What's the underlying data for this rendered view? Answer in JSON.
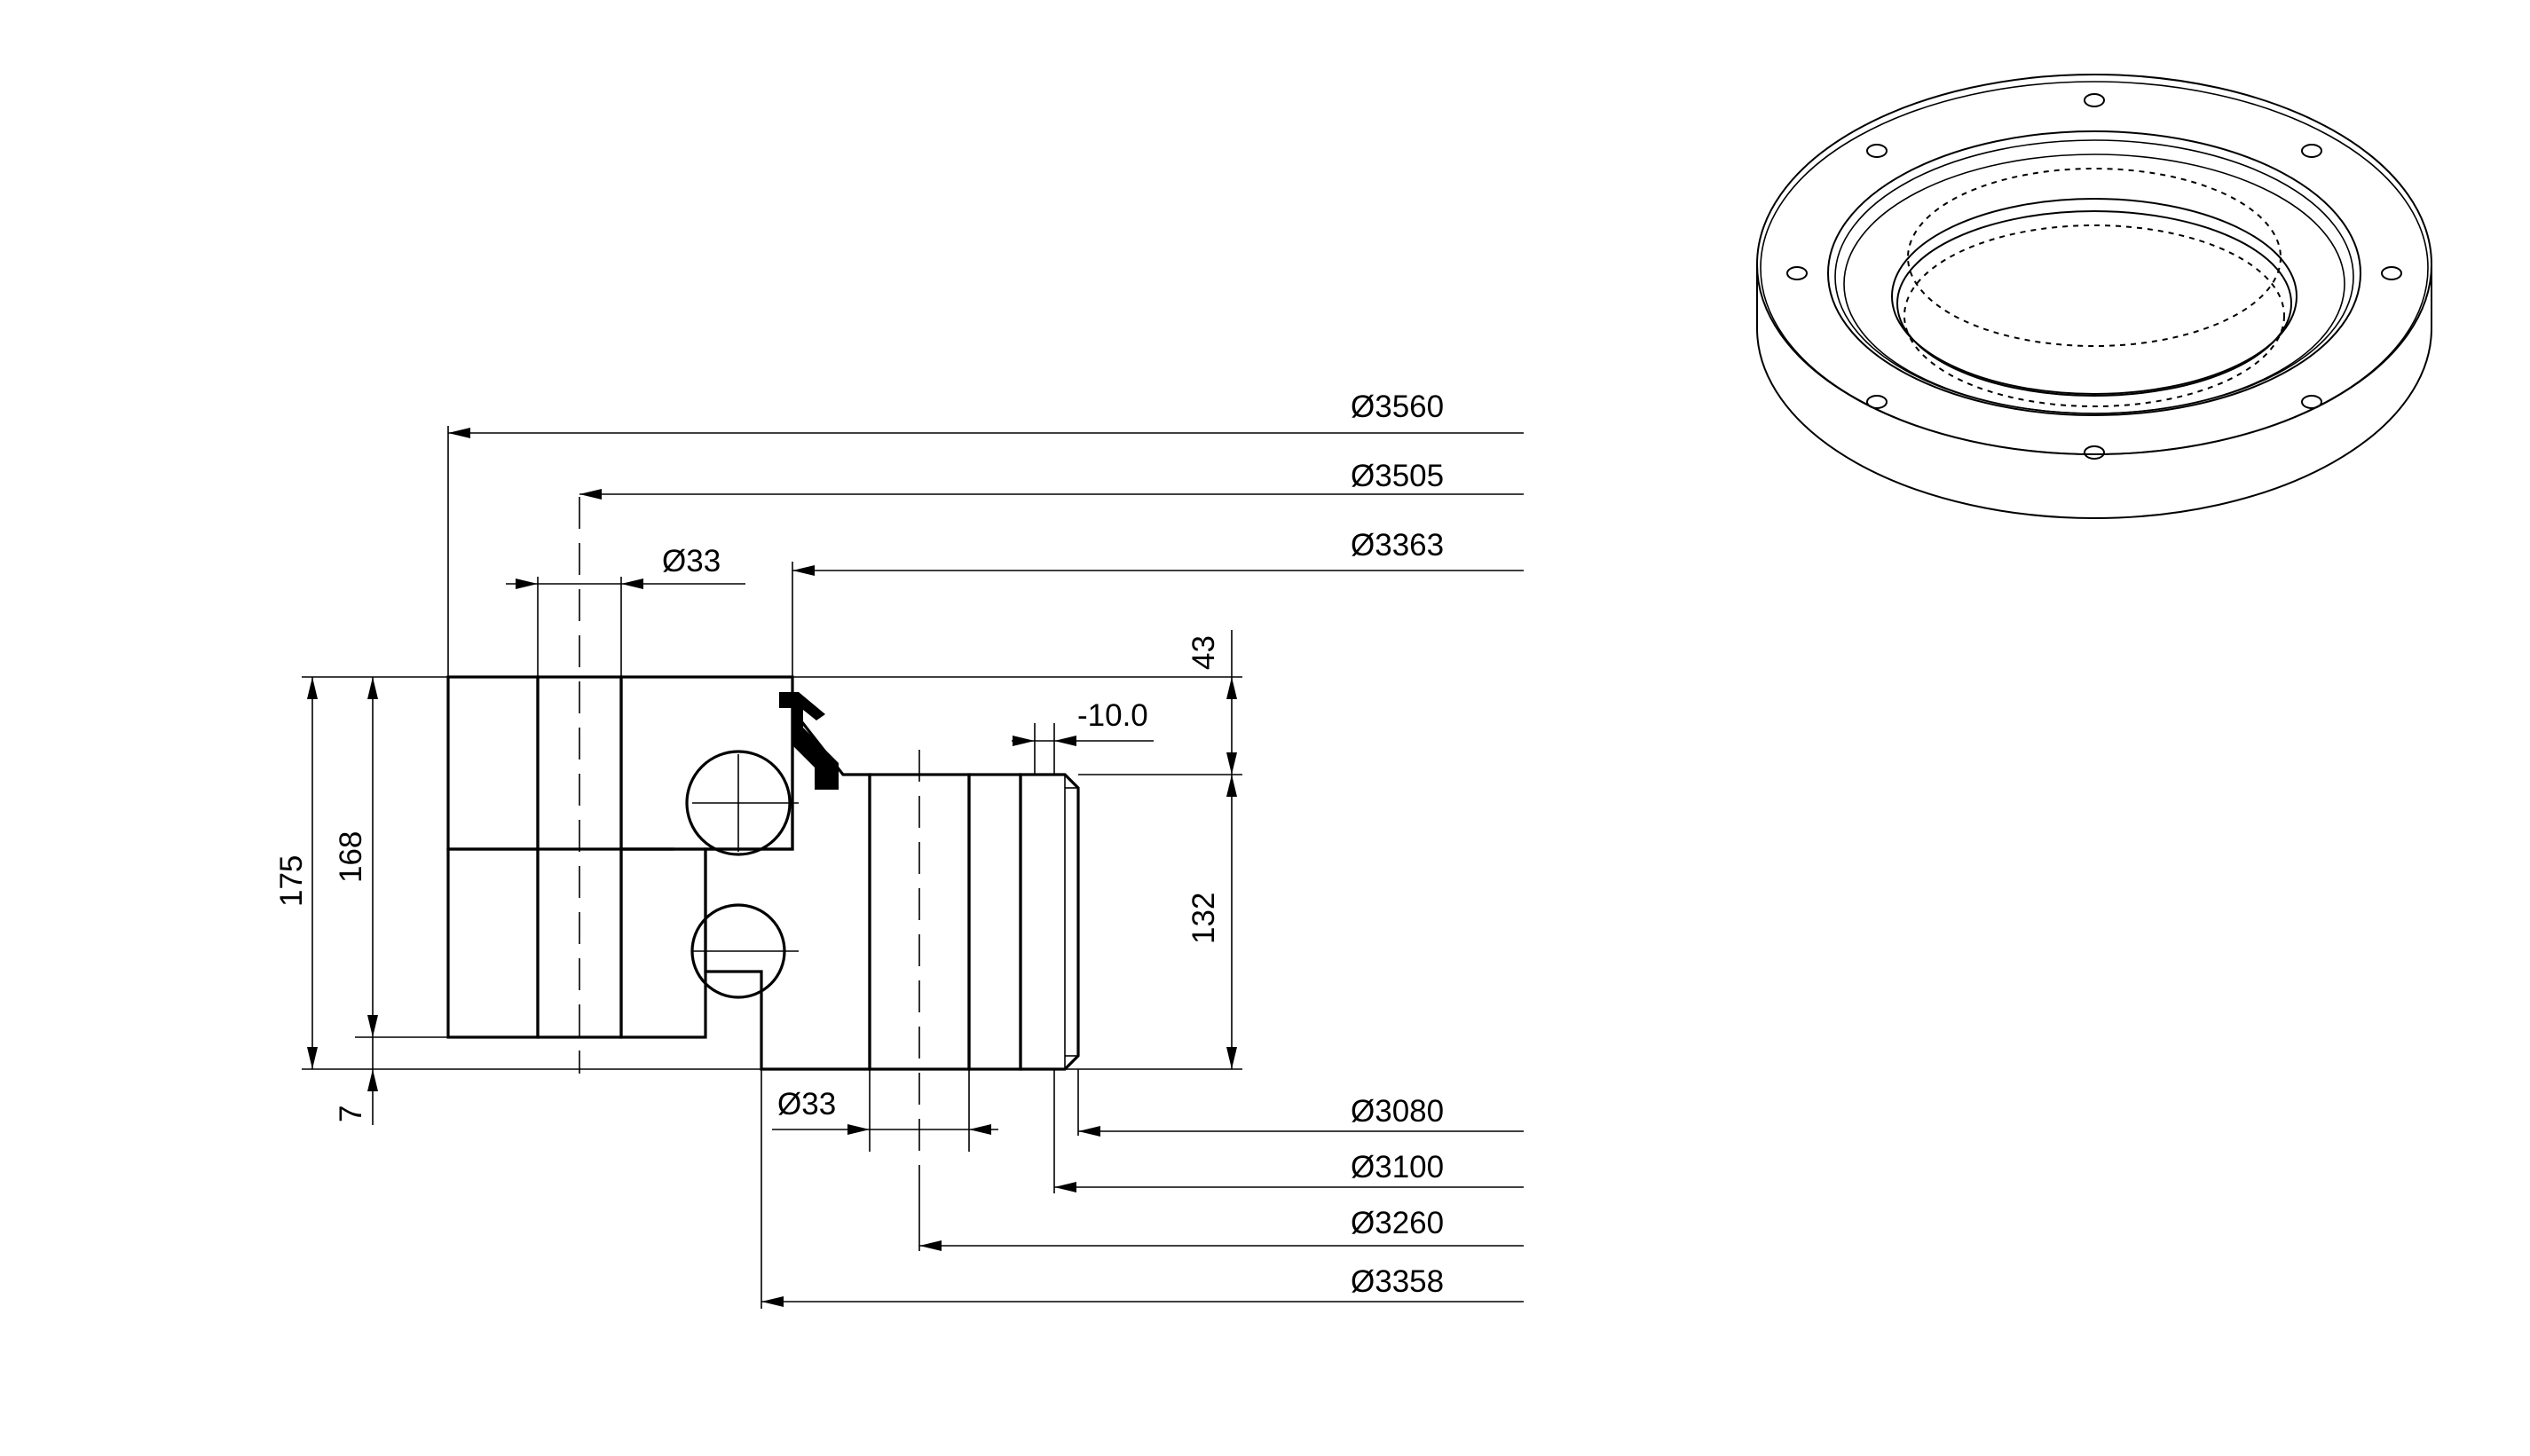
{
  "drawing": {
    "dimensions": {
      "dia_outer": "Ø3560",
      "dia_bolt_outer": "Ø3505",
      "dia_outer_race": "Ø3363",
      "hole_top": "Ø33",
      "height_43": "43",
      "offset": "-10.0",
      "height_175": "175",
      "height_168": "168",
      "height_132": "132",
      "height_7": "7",
      "hole_bottom": "Ø33",
      "dia_3080": "Ø3080",
      "dia_3100": "Ø3100",
      "dia_3260": "Ø3260",
      "dia_3358": "Ø3358"
    }
  }
}
